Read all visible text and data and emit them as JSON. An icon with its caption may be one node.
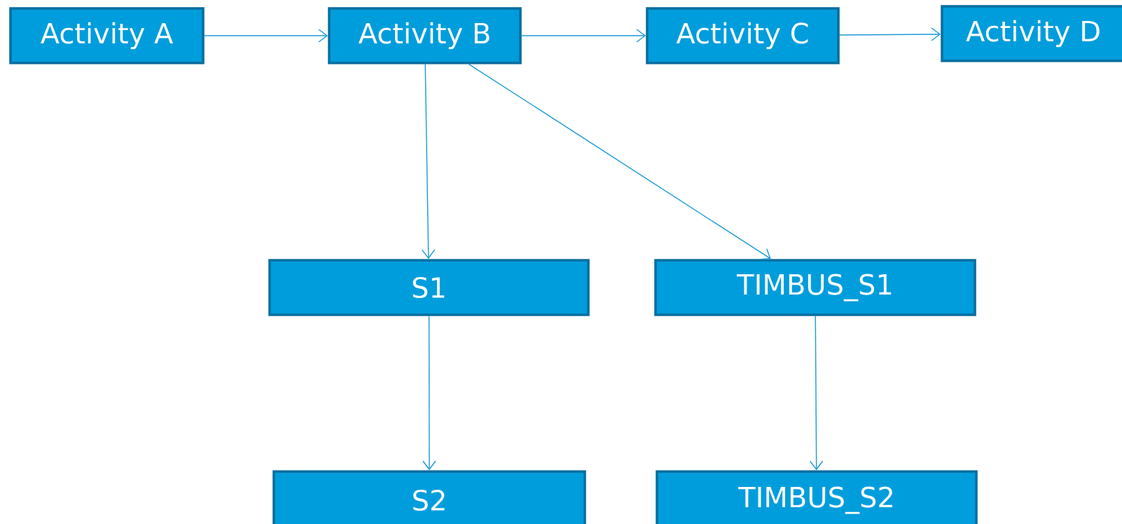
{
  "diagram": {
    "nodes": [
      {
        "text": [
          "Activity A"
        ]
      },
      {
        "text": [
          "Activity B"
        ]
      },
      {
        "text": [
          "Activity C"
        ]
      },
      {
        "text": [
          "Activity D"
        ]
      },
      {
        "text": [
          "S1"
        ]
      },
      {
        "text": [
          "TIMBUS_S1"
        ]
      },
      {
        "text": [
          "S2"
        ]
      },
      {
        "text": [
          "TIMBUS_S2"
        ]
      }
    ],
    "edges": [
      {
        "from": 0,
        "to": 1,
        "arrow": "to"
      },
      {
        "from": 1,
        "to": 2,
        "arrow": "to"
      },
      {
        "from": 2,
        "to": 3,
        "arrow": "to"
      },
      {
        "from": 1,
        "to": 4,
        "arrow": "to"
      },
      {
        "from": 1,
        "to": 5,
        "arrow": "to"
      },
      {
        "from": 4,
        "to": 6,
        "arrow": "to"
      },
      {
        "from": 5,
        "to": 7,
        "arrow": "to"
      }
    ]
  }
}
